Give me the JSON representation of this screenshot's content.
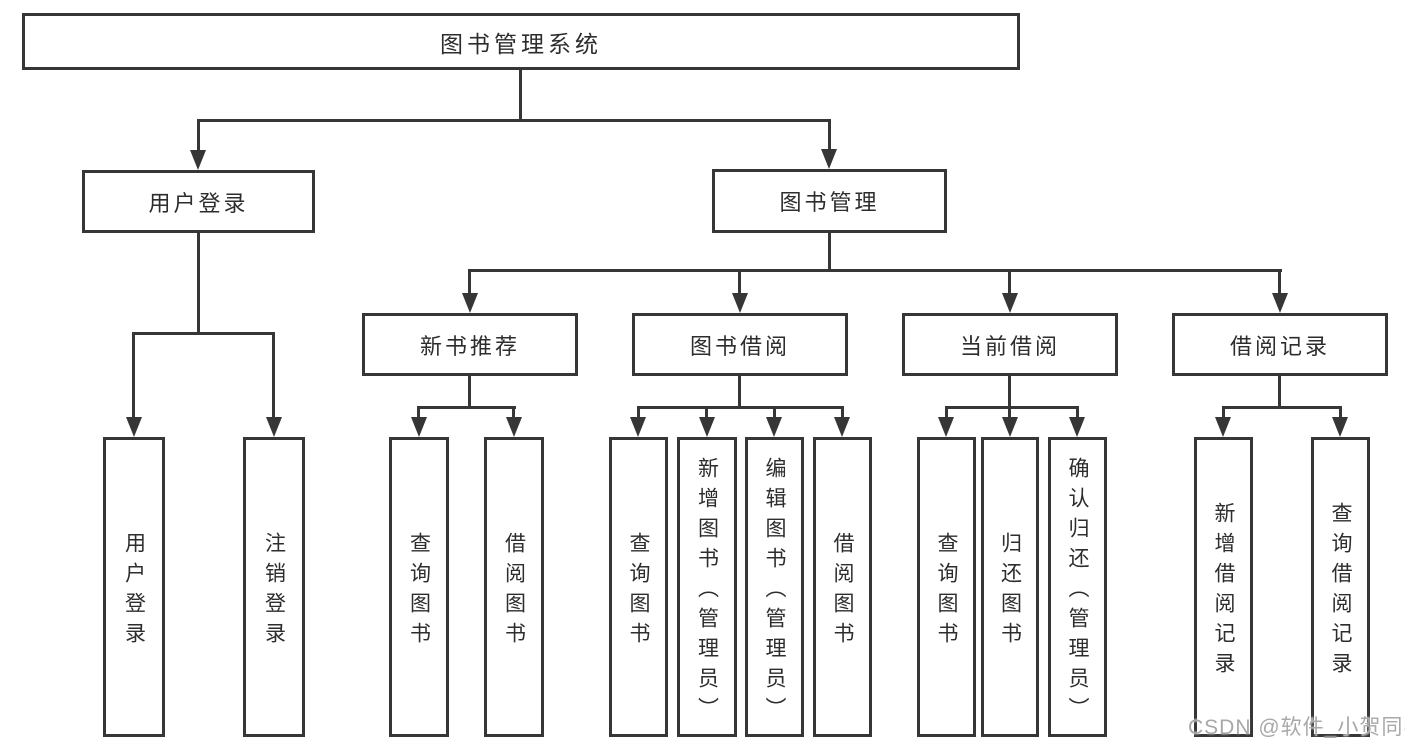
{
  "diagram": {
    "root": {
      "label": "图书管理系统"
    },
    "level2": [
      {
        "label": "用户登录"
      },
      {
        "label": "图书管理"
      }
    ],
    "level3": [
      {
        "label": "新书推荐"
      },
      {
        "label": "图书借阅"
      },
      {
        "label": "当前借阅"
      },
      {
        "label": "借阅记录"
      }
    ],
    "leaves": {
      "user_login": [
        "用户登录",
        "注销登录"
      ],
      "new_book": [
        "查询图书",
        "借阅图书"
      ],
      "book_borrow": [
        "查询图书",
        "新增图书（管理员）",
        "编辑图书（管理员）",
        "借阅图书"
      ],
      "current_borrow": [
        "查询图书",
        "归还图书",
        "确认归还（管理员）"
      ],
      "borrow_records": [
        "新增借阅记录",
        "查询借阅记录"
      ]
    },
    "watermark": "CSDN @软件_小贺同学",
    "colors": {
      "line": "#363636",
      "text": "#2d2d2d",
      "watermark": "#a8a8a8",
      "background": "#ffffff"
    }
  }
}
